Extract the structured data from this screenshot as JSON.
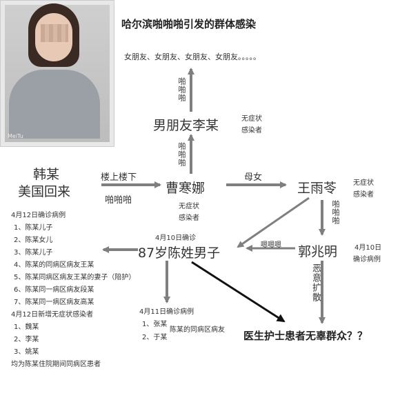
{
  "photo": {
    "watermark": "MeiTu"
  },
  "title": "哈尔滨啪啪啪引发的群体感染",
  "top_note": "女朋友、女朋友、女朋友、女朋友。。。。。",
  "papapa": "啪啪啪",
  "boyfriend": {
    "name": "男朋友李某",
    "status": [
      "无症状",
      "感染者"
    ]
  },
  "korean": {
    "line1": "韩某",
    "line2": "美国回来"
  },
  "relations": {
    "upstairs": "楼上楼下",
    "papapa": "啪啪啪",
    "mother_daughter": "母女",
    "enen": "嗯嗯嗯"
  },
  "cao": {
    "name": "曹寒娜",
    "status": [
      "无症状",
      "感染者"
    ]
  },
  "wang": {
    "name": "王雨苓",
    "status": [
      "无症状",
      "感染者"
    ]
  },
  "chen": {
    "confirm": "4月10日确诊",
    "name": "87岁陈姓男子"
  },
  "guo": {
    "name": "郭兆明",
    "date": "4月10日",
    "status": "确诊病例"
  },
  "malicious": "恶意扩散",
  "left_list": {
    "heading1": "4月12日确诊病例",
    "items1": [
      "1、陈某儿子",
      "2、陈某女儿",
      "3、陈某儿子",
      "4、陈某的同病区病友王某",
      "5、陈某同病区病友王某的妻子（陪护）",
      "6、陈某同一病区病友段某",
      "7、陈某同一病区病友高某"
    ],
    "heading2": "4月12日新增无症状感染者",
    "items2": [
      "1、魏某",
      "2、李某",
      "3、姚某"
    ],
    "footer": "均为陈某住院期间同病区患者"
  },
  "apr11": {
    "heading": "4月11日确诊病例",
    "items": [
      "1、张某",
      "2、于某"
    ],
    "note": "陈某的同病区病友"
  },
  "victims": "医生护士患者无辜群众？？",
  "colors": {
    "arrow": "#7f7f7f",
    "dark_arrow": "#111111"
  }
}
